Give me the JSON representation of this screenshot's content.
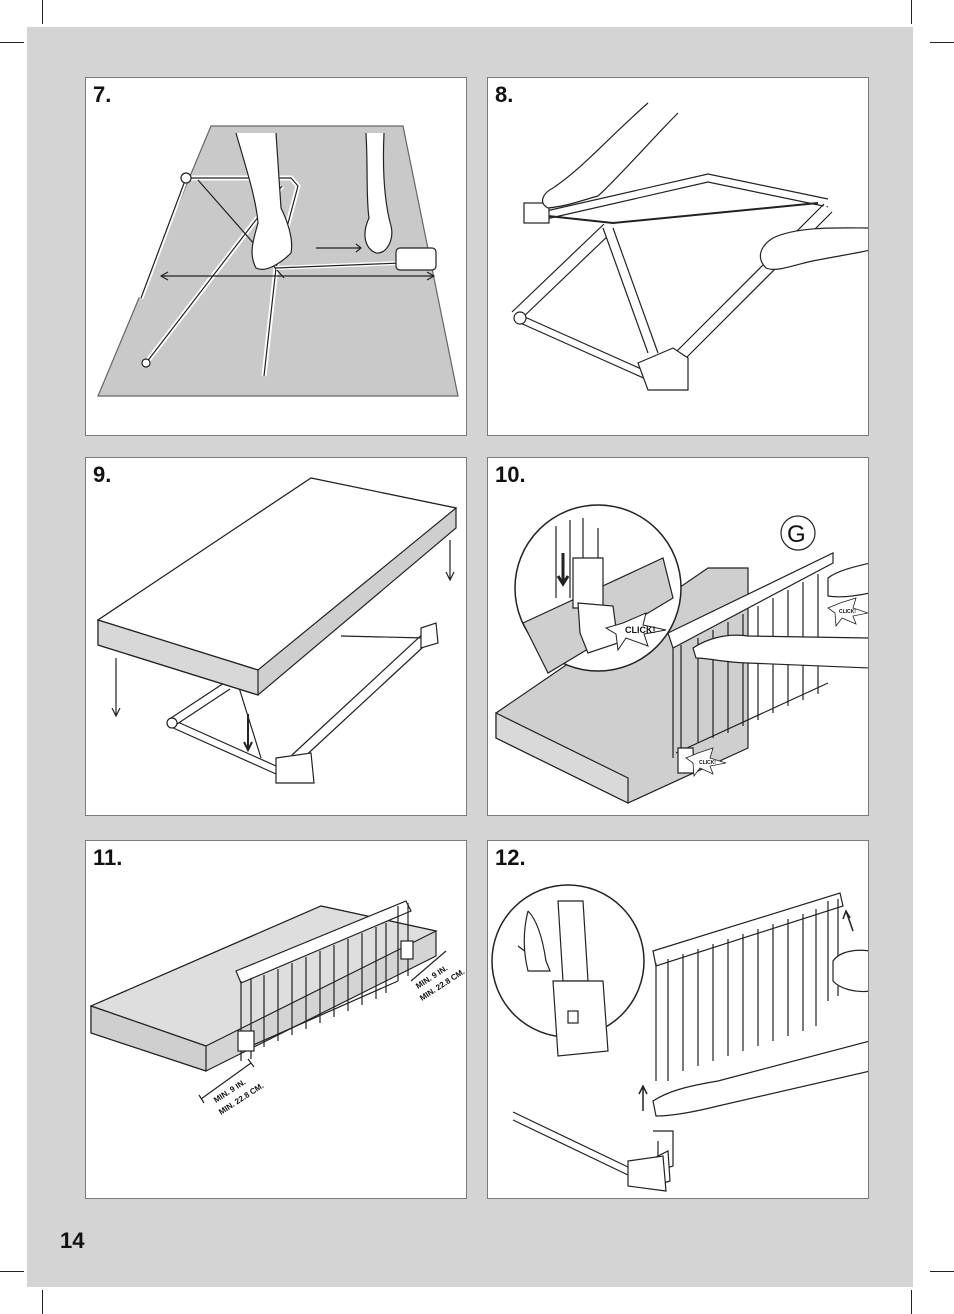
{
  "page_number": "14",
  "steps": [
    {
      "number": "7."
    },
    {
      "number": "8."
    },
    {
      "number": "9."
    },
    {
      "number": "10.",
      "marker": "G",
      "click_labels": [
        "CLICK!",
        "CLICK!",
        "CLICK!"
      ]
    },
    {
      "number": "11.",
      "measure_left": [
        "MIN. 9 IN.",
        "MIN. 22.8 CM."
      ],
      "measure_right": [
        "MIN. 9 IN.",
        "MIN. 22.8 CM."
      ]
    },
    {
      "number": "12."
    }
  ],
  "colors": {
    "background": "#d4d4d4",
    "panel": "#ffffff",
    "border": "#7a7a7a",
    "mattress": "#cfcfcf"
  }
}
